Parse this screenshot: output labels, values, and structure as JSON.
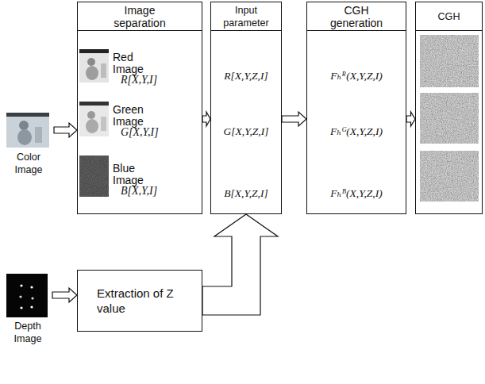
{
  "diagram": {
    "nodes": [
      {
        "text": [
          "Color Image"
        ]
      },
      {
        "text": [
          "Image separation"
        ]
      },
      {
        "text": [
          "Red Image",
          "R[X,Y,I]"
        ],
        "in": 1
      },
      {
        "text": [
          "Green Image",
          "G[X,Y,I]"
        ],
        "in": 1
      },
      {
        "text": [
          "Blue Image",
          "B[X,Y,I]"
        ],
        "in": 1
      },
      {
        "text": [
          "Input parameter",
          "R[X,Y,Z,I]",
          "G[X,Y,Z,I]",
          "B[X,Y,Z,I]"
        ]
      },
      {
        "text": [
          "CGH generation",
          "Fₕᴿ(X,Y,Z,I)",
          "Fₕᴳ(X,Y,Z,I)",
          "Fₕᴮ(X,Y,Z,I)"
        ]
      },
      {
        "text": [
          "CGH"
        ]
      },
      {
        "text": [
          "Depth Image"
        ]
      },
      {
        "text": [
          "Extraction of Z value"
        ]
      }
    ],
    "edges": [
      {
        "from": 0,
        "to": 1,
        "arrow": "to"
      },
      {
        "from": 1,
        "to": 5,
        "arrow": "to"
      },
      {
        "from": 5,
        "to": 6,
        "arrow": "to"
      },
      {
        "from": 6,
        "to": 7,
        "arrow": "to"
      },
      {
        "from": 8,
        "to": 9,
        "arrow": "to"
      },
      {
        "from": 9,
        "to": 5,
        "arrow": "to"
      }
    ]
  }
}
